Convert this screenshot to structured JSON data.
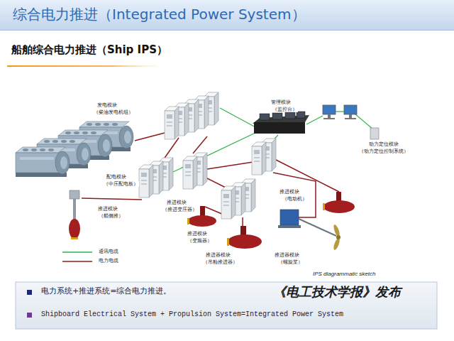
{
  "diagram": {
    "title": "综合电力推进（Integrated Power System）",
    "labels": [
      "船舶综合电力推进（Ship IPS）",
      "发电模块",
      "（柴油发电机组）",
      "管理模块",
      "（监控台）",
      "动力定位模块",
      "（动力定位控制系统）",
      "配电模块",
      "（中压配电板）",
      "推进模块",
      "（推进变压器）",
      "推进模块",
      "（艏侧推）",
      "推进模块",
      "（变频器）",
      "推进器模块",
      "（吊舱推进器）",
      "推进模块",
      "（电动机）",
      "推进器模块",
      "（螺旋桨）",
      "IPS diagrammatic sketch",
      "电力系统+推进系统=综合电力推进。",
      "《电工技术学报》发布",
      "Shipboard Electrical System + Propulsion System=Integrated Power System"
    ],
    "legend": [
      {
        "text": "通讯电缆"
      },
      {
        "text": "电力电缆"
      }
    ]
  }
}
